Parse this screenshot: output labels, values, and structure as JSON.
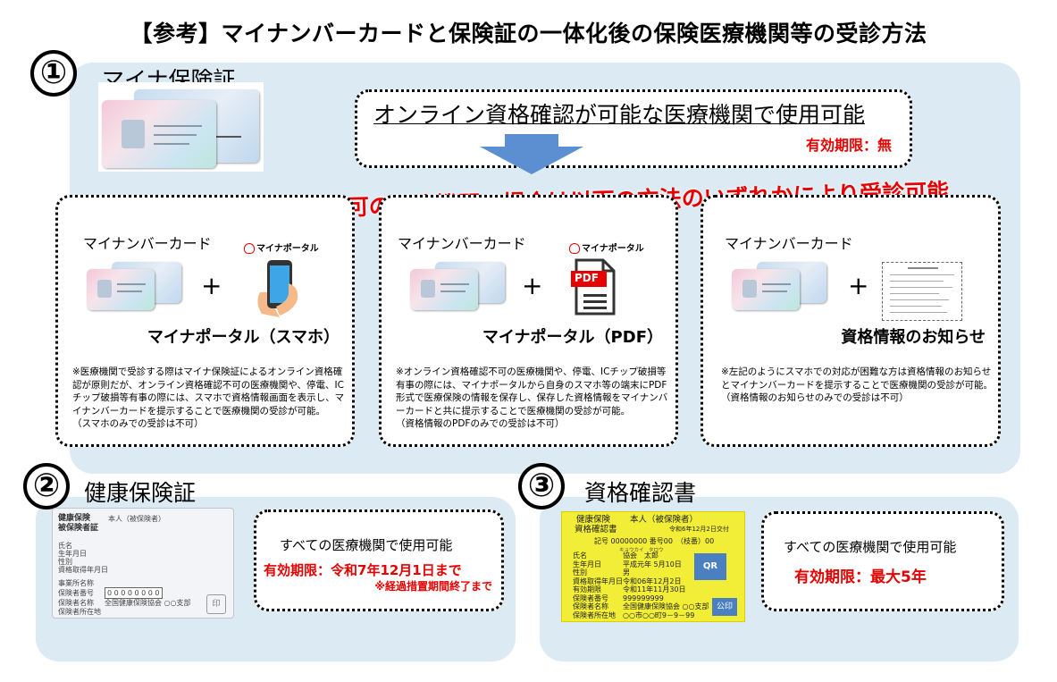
{
  "title": "【参考】マイナンバーカードと保険証の一体化後の保険医療機関等の受診方法",
  "section1": {
    "number": "①",
    "label": "マイナ保険証",
    "main_text": "オンライン資格確認が可能な医療機関で使用可能",
    "validity": "有効期限：無",
    "banner": "オンライン資格確認不可の医療機関の場合は以下の方法のいずれかにより受診可能",
    "options": [
      {
        "card_label": "マイナンバーカード",
        "logo": "マイナポータル",
        "plus": "+",
        "item_label": "マイナポータル（スマホ）",
        "note": "※医療機関で受診する際はマイナ保険証によるオンライン資格確認が原則だが、オンライン資格確認不可の医療機関や、停電、ICチップ破損等有事の際には、スマホで資格情報画面を表示し、マイナンバーカードを提示することで医療機関の受診が可能。\n（スマホのみでの受診は不可）"
      },
      {
        "card_label": "マイナンバーカード",
        "logo": "マイナポータル",
        "plus": "+",
        "pdf": "PDF",
        "item_label": "マイナポータル（PDF）",
        "note": "※オンライン資格確認不可の医療機関や、停電、ICチップ破損等有事の際には、マイナポータルから自身のスマホ等の端末にPDF形式で医療保険の情報を保存し、保存した資格情報をマイナンバーカードと共に提示することで医療機関の受診が可能。\n（資格情報のPDFのみでの受診は不可）"
      },
      {
        "card_label": "マイナンバーカード",
        "plus": "+",
        "item_label": "資格情報のお知らせ",
        "note": "※左記のようにスマホでの対応が困難な方は資格情報のお知らせとマイナンバーカードを提示することで医療機関の受診が可能。\n（資格情報のお知らせのみでの受診は不可）"
      }
    ]
  },
  "section2": {
    "number": "②",
    "label": "健康保険証",
    "main_text": "すべての医療機関で使用可能",
    "validity": "有効期限：令和7年12月1日まで",
    "validity_note": "※経過措置期間終了まで",
    "card": {
      "title": "健康保険\n被保険者証",
      "holder": "本人（被保険者）",
      "rows": [
        "氏名",
        "生年月日",
        "性別",
        "資格取得年月日",
        "事業所名称",
        "保険者番号",
        "保険者名称",
        "保険者所在地"
      ],
      "insurer_number": "0 0 0 0 0 0 0 0",
      "insurer_name": "全国健康保険協会 ○○支部",
      "seal": "印"
    }
  },
  "section3": {
    "number": "③",
    "label": "資格確認書",
    "main_text": "すべての医療機関で使用可能",
    "validity": "有効期限：最大5年",
    "cert": {
      "header1": "健康保険",
      "header2": "資格確認書",
      "holder": "本人（被保険者）",
      "issued": "令和6年12月2日交付",
      "symbol": "記号 00000000 番号00　（枝番）00",
      "reading": "キョウカイ　タロウ",
      "lines": [
        {
          "k": "氏名",
          "v": "協会　太郎"
        },
        {
          "k": "生年月日",
          "v": "平成元年 5月10日"
        },
        {
          "k": "性別",
          "v": "男"
        },
        {
          "k": "資格取得年月日",
          "v": "令和06年12月2日"
        },
        {
          "k": "有効期限",
          "v": "令和11年11月30日"
        },
        {
          "k": "保険者番号",
          "v": "999999999"
        },
        {
          "k": "保険者名称",
          "v": "全国健康保険協会 ○○支部"
        },
        {
          "k": "保険者所在地",
          "v": "○○市○○町9－9－99"
        }
      ],
      "qr": "QR",
      "seal": "公印"
    }
  },
  "colors": {
    "panel": "#dbeaf3",
    "accent_red": "#e60000",
    "arrow": "#5b8fd1",
    "cert_yellow": "#f2ee38"
  }
}
